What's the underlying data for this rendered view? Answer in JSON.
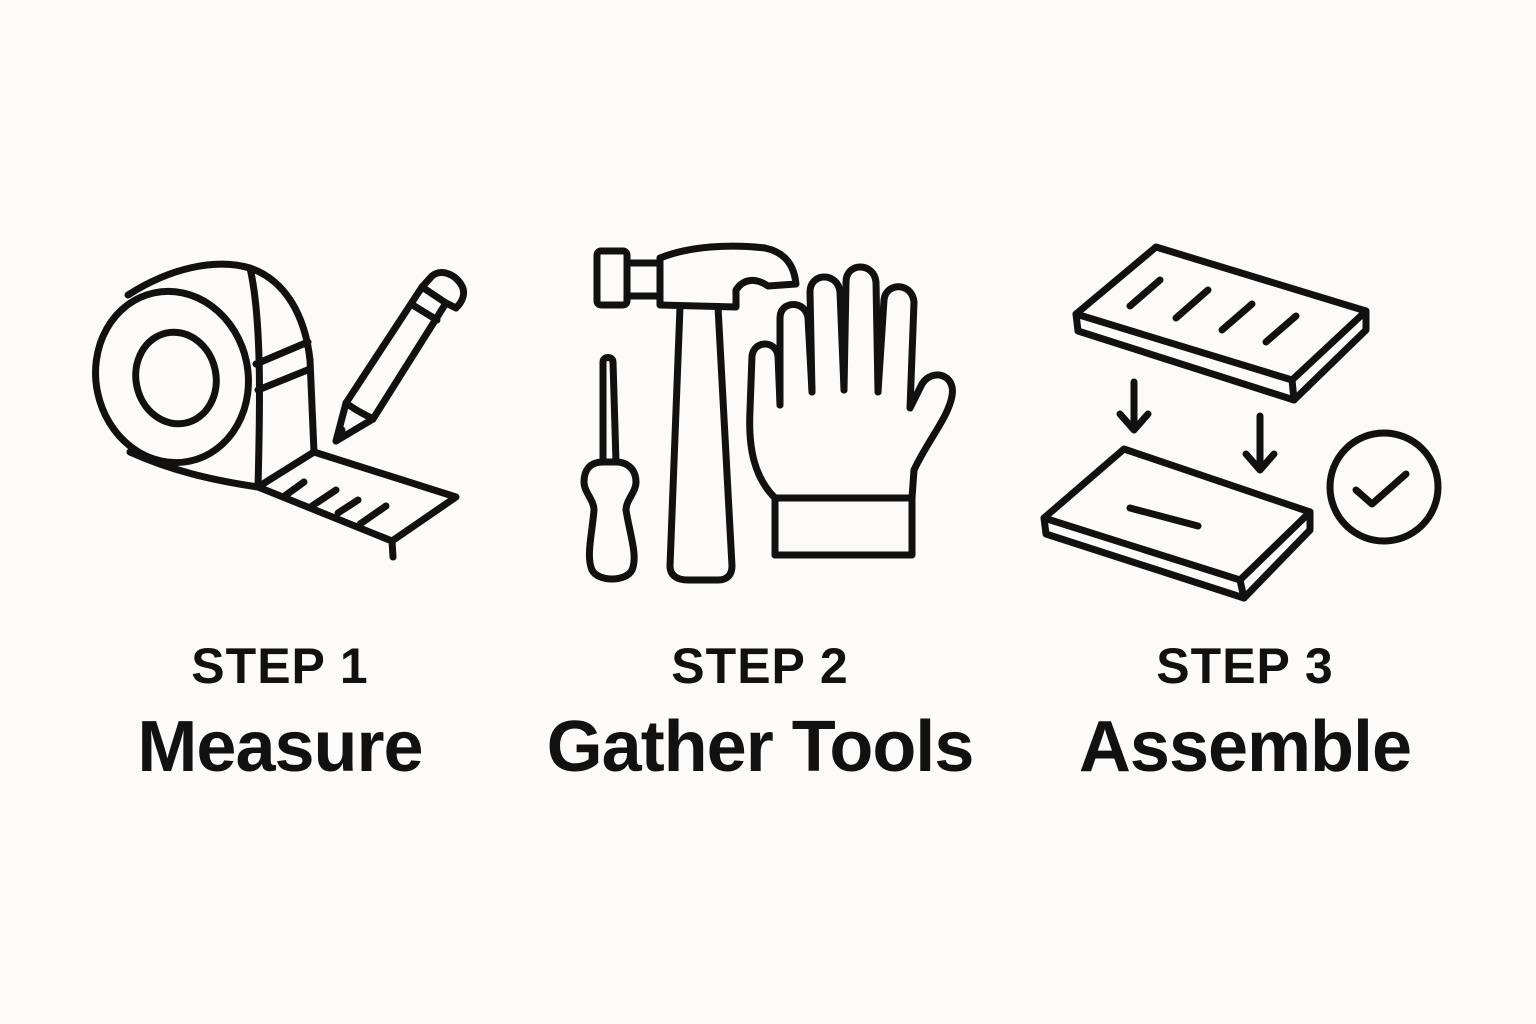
{
  "steps": [
    {
      "number_label": "STEP 1",
      "title": "Measure",
      "icons": [
        "tape-measure-icon",
        "pencil-icon"
      ]
    },
    {
      "number_label": "STEP 2",
      "title": "Gather Tools",
      "icons": [
        "screwdriver-icon",
        "hammer-icon",
        "glove-icon"
      ]
    },
    {
      "number_label": "STEP 3",
      "title": "Assemble",
      "icons": [
        "wood-board-icon",
        "arrow-down-icon",
        "arrow-down-icon",
        "wood-board-icon",
        "checkmark-circle-icon"
      ]
    }
  ],
  "colors": {
    "background": "#fcfbf9",
    "ink": "#111111"
  }
}
